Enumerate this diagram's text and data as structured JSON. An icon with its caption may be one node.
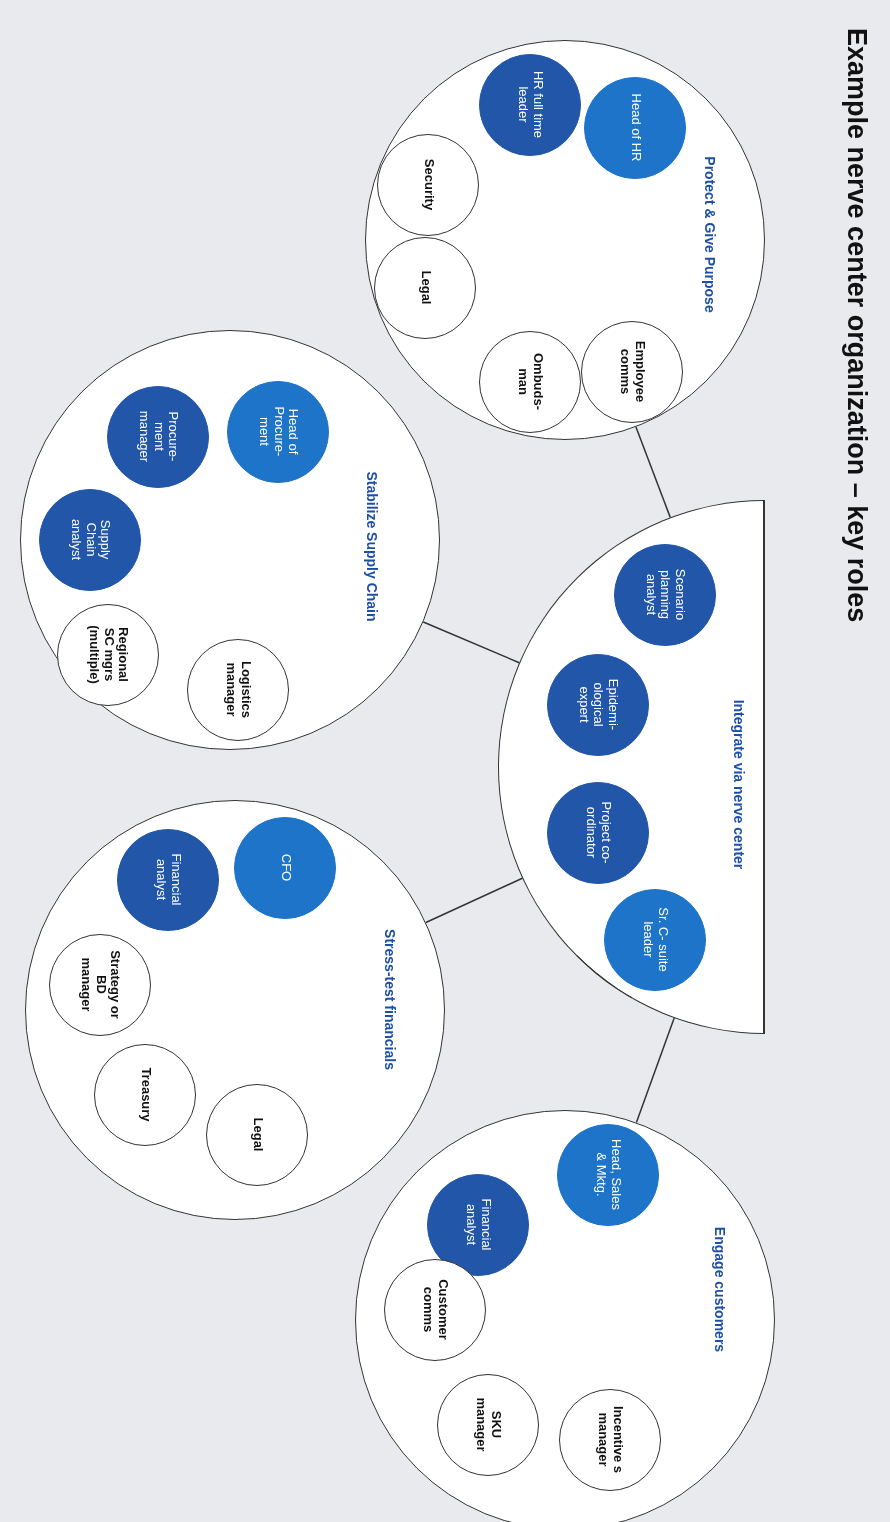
{
  "diagram": {
    "title": "Example nerve center organization – key roles",
    "nodes": [
      {
        "text": [
          "Protect & Give Purpose"
        ]
      },
      {
        "text": [
          "Head of HR"
        ],
        "in": 0
      },
      {
        "text": [
          "HR full time leader"
        ],
        "in": 0
      },
      {
        "text": [
          "Security"
        ],
        "in": 0
      },
      {
        "text": [
          "Legal"
        ],
        "in": 0
      },
      {
        "text": [
          "Ombuds- man"
        ],
        "in": 0
      },
      {
        "text": [
          "Employee comms"
        ],
        "in": 0
      },
      {
        "text": [
          "Stabilize Supply Chain"
        ]
      },
      {
        "text": [
          "Head of Procure- ment"
        ],
        "in": 7
      },
      {
        "text": [
          "Procure- ment manager"
        ],
        "in": 7
      },
      {
        "text": [
          "Supply Chain analyst"
        ],
        "in": 7
      },
      {
        "text": [
          "Regional SC mgrs (multiple)"
        ],
        "in": 7
      },
      {
        "text": [
          "Logistics manager"
        ],
        "in": 7
      },
      {
        "text": [
          "Integrate via nerve center"
        ]
      },
      {
        "text": [
          "Scenario planning analyst"
        ],
        "in": 13
      },
      {
        "text": [
          "Epidemi- ological expert"
        ],
        "in": 13
      },
      {
        "text": [
          "Project co- ordinator"
        ],
        "in": 13
      },
      {
        "text": [
          "Sr. C- suite leader"
        ],
        "in": 13
      },
      {
        "text": [
          "Stress-test financials"
        ]
      },
      {
        "text": [
          "CFO"
        ],
        "in": 18
      },
      {
        "text": [
          "Financial analyst"
        ],
        "in": 18
      },
      {
        "text": [
          "Strategy or BD manager"
        ],
        "in": 18
      },
      {
        "text": [
          "Treasury"
        ],
        "in": 18
      },
      {
        "text": [
          "Legal"
        ],
        "in": 18
      },
      {
        "text": [
          "Engage customers"
        ]
      },
      {
        "text": [
          "Head, Sales & Mktg."
        ],
        "in": 24
      },
      {
        "text": [
          "Financial analyst"
        ],
        "in": 24
      },
      {
        "text": [
          "Customer comms"
        ],
        "in": 24
      },
      {
        "text": [
          "SKU manager"
        ],
        "in": 24
      },
      {
        "text": [
          "Incentive s manager"
        ],
        "in": 24
      }
    ],
    "edges": [
      {
        "from": 0,
        "to": 13,
        "arrow": "none"
      },
      {
        "from": 7,
        "to": 13,
        "arrow": "none"
      },
      {
        "from": 18,
        "to": 13,
        "arrow": "none"
      },
      {
        "from": 13,
        "to": 24,
        "arrow": "none"
      }
    ]
  }
}
